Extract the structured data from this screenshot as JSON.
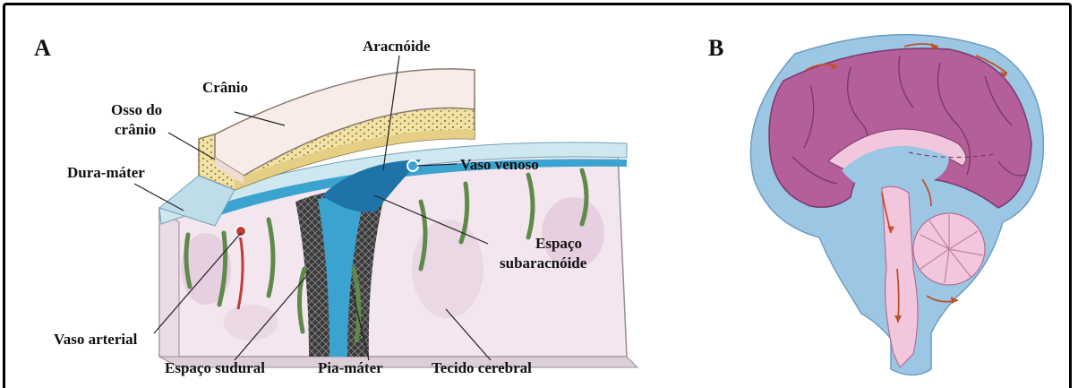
{
  "panels": {
    "a": "A",
    "b": "B"
  },
  "labels": {
    "cranio": "Crânio",
    "osso_line1": "Osso do",
    "osso_line2": "crânio",
    "dura": "Dura-máter",
    "aracnoide": "Aracnóide",
    "vaso_venoso": "Vaso venoso",
    "espaco_line1": "Espaço",
    "espaco_line2": "subaracnóide",
    "vaso_arterial": "Vaso arterial",
    "sudural": "Espaço sudural",
    "pia": "Pia-máter",
    "tecido": "Tecido cerebral"
  },
  "colors": {
    "skull_top": "#f7ece8",
    "bone": "#f1e2a6",
    "dura": "#cfe7ee",
    "csf": "#3aa3cf",
    "tissue": "#f3e6ee",
    "brain_pink": "#b45e9a",
    "brain_blue": "#9cc7e4",
    "arrow": "#c0502c"
  }
}
